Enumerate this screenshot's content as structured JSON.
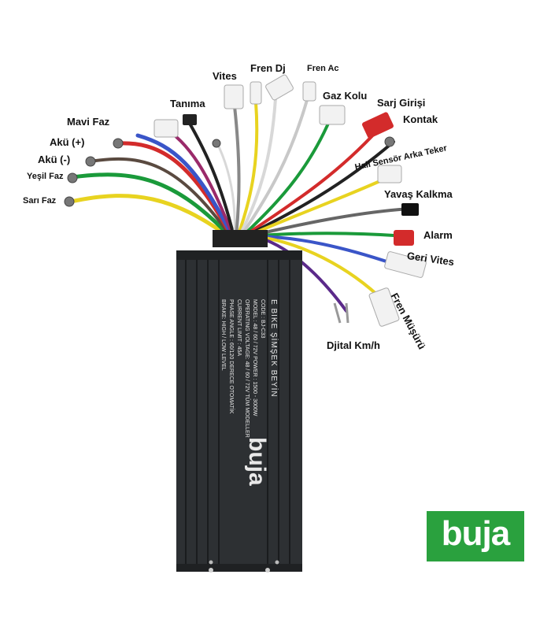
{
  "labels": {
    "vites": "Vites",
    "fren_dj": "Fren Dj",
    "fren_ac": "Fren Ac",
    "tanima": "Tanıma",
    "gaz_kolu": "Gaz Kolu",
    "sarj_girisi": "Sarj Girişi",
    "mavi_faz": "Mavi Faz",
    "kontak": "Kontak",
    "aku_plus": "Akü (+)",
    "aku_minus": "Akü (-)",
    "hall_sensor": "Hall Sensör Arka Teker",
    "yesil_faz": "Yeşil Faz",
    "sari_faz": "Sarı Faz",
    "yavas_kalkma": "Yavaş Kalkma",
    "alarm": "Alarm",
    "geri_vites": "Geri Vites",
    "fren_musuru": "Fren Müşürü",
    "djital_kmh": "Djital Km/h"
  },
  "controller": {
    "brand_mark": "buja",
    "title": "E BIKE ŞİMŞEK BEYİN",
    "spec_lines": [
      "CODE : BJ-C33",
      "MODEL : 48 / 60 / 72V POWER : 1500 - 3000W",
      "OPERATING VOLTAGE: 48 / 60 / 72V TÜM MODELLER",
      "CURRENT LIMIT : 45A",
      "PHASE ANGLE : 60/120 DERECE OTOMATİK",
      "BRAKE: HIGH / LOW LEVEL"
    ]
  },
  "logo": {
    "text": "buja",
    "color": "#2aa13e"
  },
  "colors": {
    "body": "#2d3033",
    "wire_red": "#d32b2b",
    "wire_blue": "#3a55c8",
    "wire_green": "#1a9a3a",
    "wire_yellow": "#e8d320"
  }
}
